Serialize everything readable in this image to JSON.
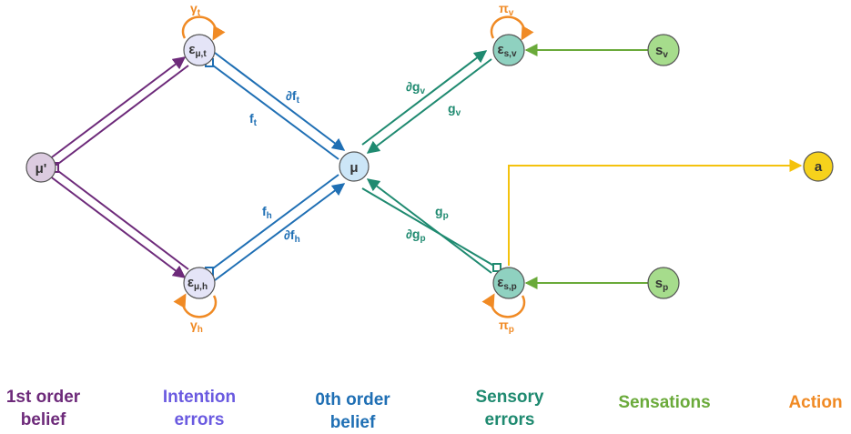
{
  "colors": {
    "purple": "#6d2a7a",
    "indigo": "#6a5ae0",
    "blue": "#1f6fb4",
    "teal": "#1f8a70",
    "green": "#6aaa3a",
    "orange": "#f08a24",
    "yellow": "#f4c20d"
  },
  "nodes": {
    "mu_prime": {
      "main": "μ'",
      "sub": ""
    },
    "eps_mu_t": {
      "main": "ε",
      "sub": "μ,t"
    },
    "eps_mu_h": {
      "main": "ε",
      "sub": "μ,h"
    },
    "mu": {
      "main": "μ",
      "sub": ""
    },
    "eps_s_v": {
      "main": "ε",
      "sub": "s,v"
    },
    "eps_s_p": {
      "main": "ε",
      "sub": "s,p"
    },
    "s_v": {
      "main": "s",
      "sub": "v"
    },
    "s_p": {
      "main": "s",
      "sub": "p"
    },
    "a": {
      "main": "a",
      "sub": ""
    }
  },
  "edge_labels": {
    "d_f_t": {
      "main": "∂f",
      "sub": "t"
    },
    "f_t": {
      "main": "f",
      "sub": "t"
    },
    "f_h": {
      "main": "f",
      "sub": "h"
    },
    "d_f_h": {
      "main": "∂f",
      "sub": "h"
    },
    "d_g_v": {
      "main": "∂g",
      "sub": "v"
    },
    "g_v": {
      "main": "g",
      "sub": "v"
    },
    "g_p": {
      "main": "g",
      "sub": "p"
    },
    "d_g_p": {
      "main": "∂g",
      "sub": "p"
    },
    "gamma_t": {
      "main": "γ",
      "sub": "t"
    },
    "gamma_h": {
      "main": "γ",
      "sub": "h"
    },
    "pi_v": {
      "main": "π",
      "sub": "v"
    },
    "pi_p": {
      "main": "π",
      "sub": "p"
    }
  },
  "columns": {
    "first_order_belief": {
      "line1": "1st order",
      "line2": "belief"
    },
    "intention_errors": {
      "line1": "Intention",
      "line2": "errors"
    },
    "zeroth_order_belief": {
      "line1": "0th order",
      "line2": "belief"
    },
    "sensory_errors": {
      "line1": "Sensory",
      "line2": "errors"
    },
    "sensations": {
      "line1": "Sensations",
      "line2": ""
    },
    "action": {
      "line1": "Action",
      "line2": ""
    }
  }
}
